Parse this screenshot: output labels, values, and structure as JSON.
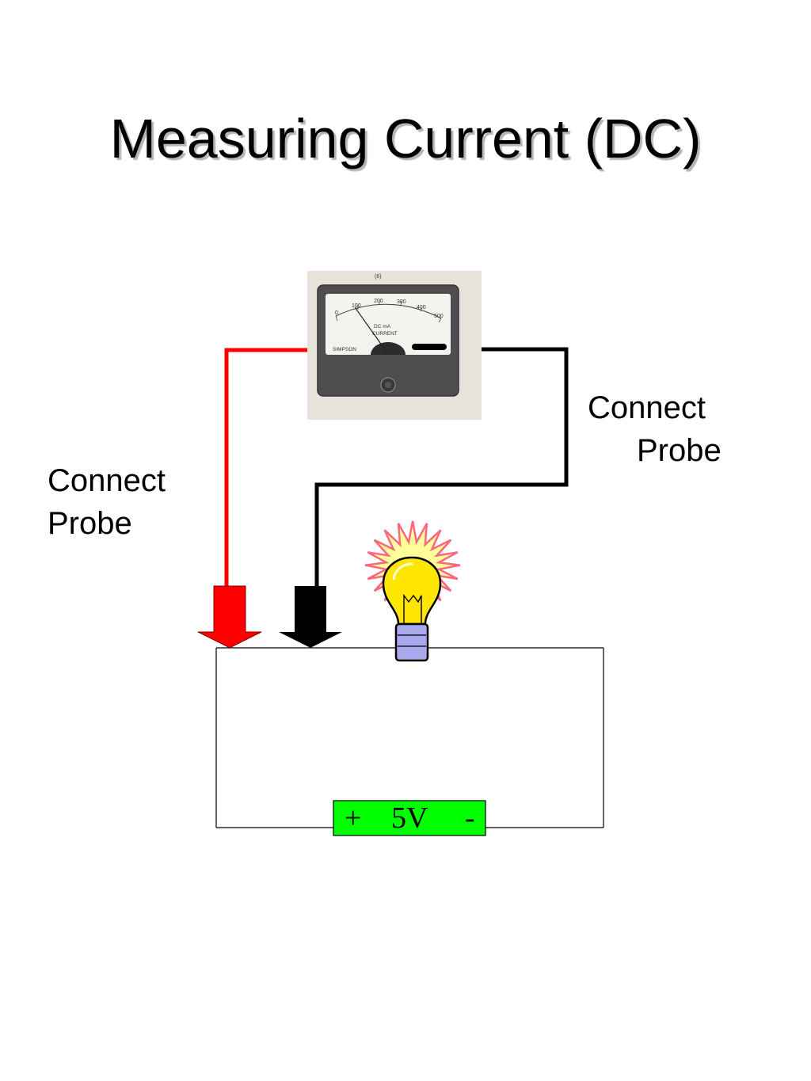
{
  "title": "Measuring Current (DC)",
  "probe_label_left": {
    "line1": "Connect",
    "line2": "Probe"
  },
  "probe_label_right": {
    "line1": "Connect",
    "line2": "Probe"
  },
  "meter": {
    "figure_tag": "(6)",
    "scale_ticks": [
      "0",
      "100",
      "200",
      "300",
      "400",
      "500"
    ],
    "units": "DC mA",
    "caption": "CURRENT",
    "maker_mark": "SIMPSON",
    "needle_reading": 80
  },
  "battery": {
    "plus": "+",
    "voltage": "5V",
    "minus": "-"
  },
  "colors": {
    "red_probe": "#ff0000",
    "black_probe": "#000000",
    "battery_fill": "#00ff00",
    "bulb_glass": "#ffe600",
    "bulb_base": "#a9a9ee",
    "starburst_fill": "#ffff99",
    "starburst_edge": "#ff6680"
  },
  "icons": [
    "ammeter-image",
    "red-probe-arrow",
    "black-probe-arrow",
    "light-bulb-icon",
    "starburst-icon",
    "battery-icon"
  ]
}
